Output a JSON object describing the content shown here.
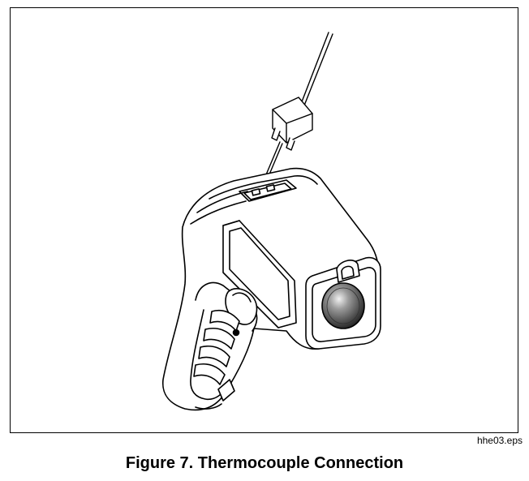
{
  "figure": {
    "file_label": "hhe03.eps",
    "caption": "Figure 7. Thermocouple Connection"
  },
  "icons": {
    "main": "infrared-thermometer-illustration",
    "plug": "thermocouple-plug-icon"
  },
  "colors": {
    "line": "#000000",
    "background": "#ffffff",
    "lens": "#555555"
  }
}
